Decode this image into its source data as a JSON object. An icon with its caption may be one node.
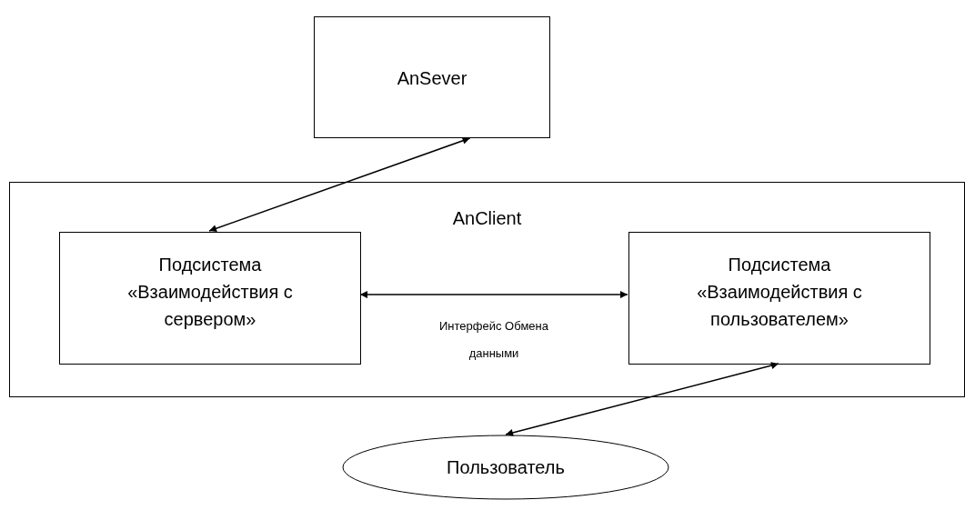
{
  "diagram": {
    "nodes": [
      {
        "text": [
          "AnSever"
        ]
      },
      {
        "text": [
          "AnClient"
        ]
      },
      {
        "text": [
          "Подсистема «Взаимодействия с сервером»"
        ],
        "in": 1
      },
      {
        "text": [
          "Подсистема «Взаимодействия с пользователем»"
        ],
        "in": 1
      },
      {
        "text": [
          "Пользователь"
        ]
      }
    ],
    "edges": [
      {
        "from": 0,
        "to": 2,
        "arrow": "both"
      },
      {
        "from": 2,
        "to": 3,
        "arrow": "both",
        "label": "Интерфейс Обмена данными"
      },
      {
        "from": 3,
        "to": 4,
        "arrow": "both"
      }
    ]
  }
}
